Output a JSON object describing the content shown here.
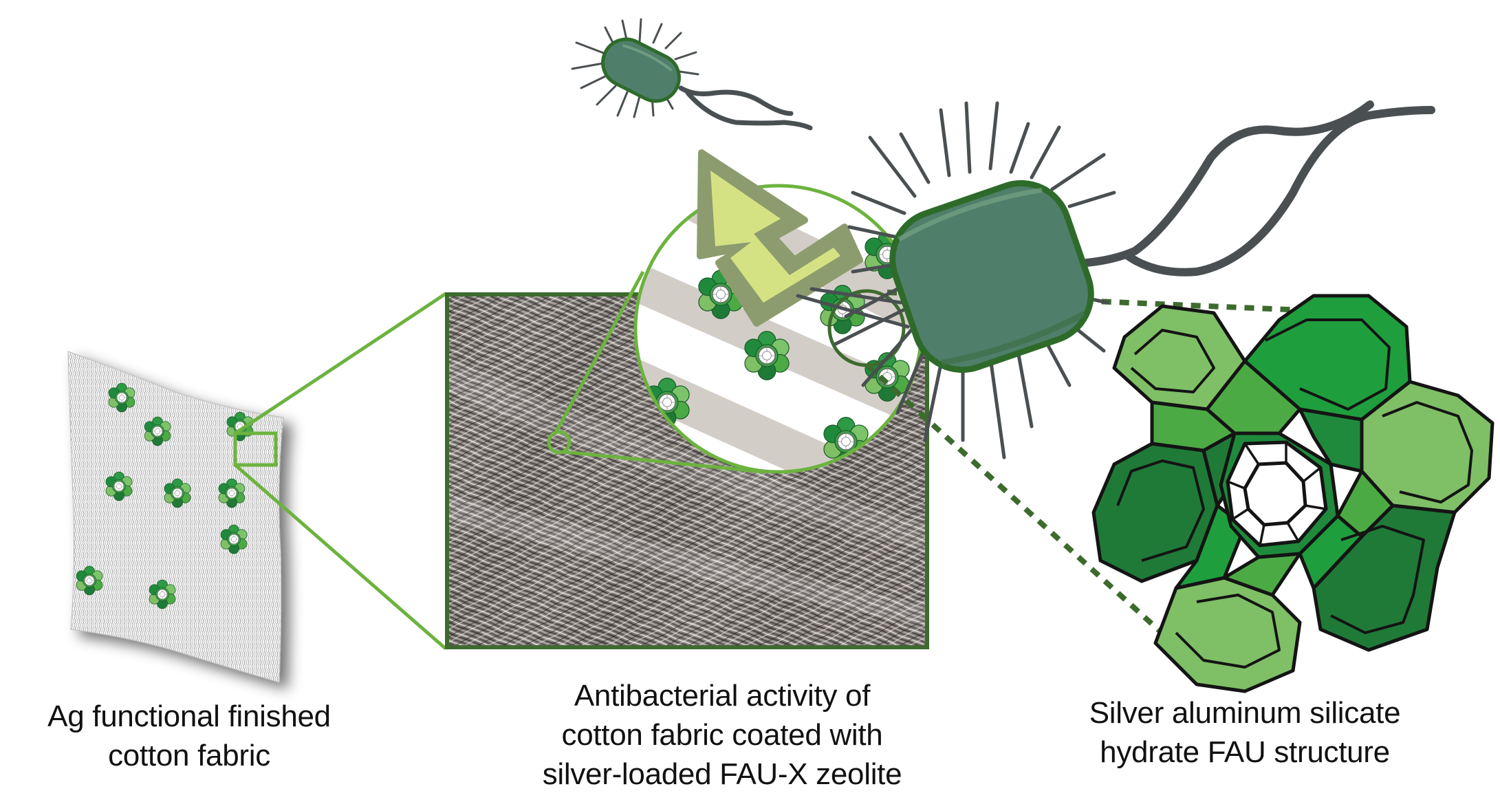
{
  "figure": {
    "colors": {
      "accent_green": "#6cb33f",
      "dark_green": "#3d6b2e",
      "bacterium_body": "#4f7f6a",
      "bacterium_outline": "#2e6b2a",
      "flagella": "#4a4f52",
      "arrow_outer": "#8d9c6e",
      "arrow_inner": "#d4e283",
      "fiber_band": "#d3cdc8",
      "zeolite_light": "#7fbf66",
      "zeolite_mid": "#4caa45",
      "zeolite_bright": "#1f9e3e",
      "zeolite_dark": "#1f7a38"
    },
    "panels": [
      {
        "id": "fabric",
        "caption_lines": [
          "Ag functional finished",
          "cotton fabric"
        ]
      },
      {
        "id": "fiber-closeup",
        "caption_lines": [
          "Antibacterial activity of",
          "cotton fabric coated with",
          "silver-loaded FAU-X zeolite"
        ]
      },
      {
        "id": "zeolite-structure",
        "caption_lines": [
          "Silver aluminum silicate",
          "hydrate FAU structure"
        ]
      }
    ],
    "elements": {
      "fabric_zeolite_count": 9,
      "magnified_zeolite_count": 8,
      "bacteria_count": 2,
      "icons": [
        "cotton-fabric-sheet",
        "zeolite-particle",
        "magnifier-circle",
        "bacterium",
        "lightning-arrow",
        "fau-zeolite-cage"
      ]
    }
  }
}
